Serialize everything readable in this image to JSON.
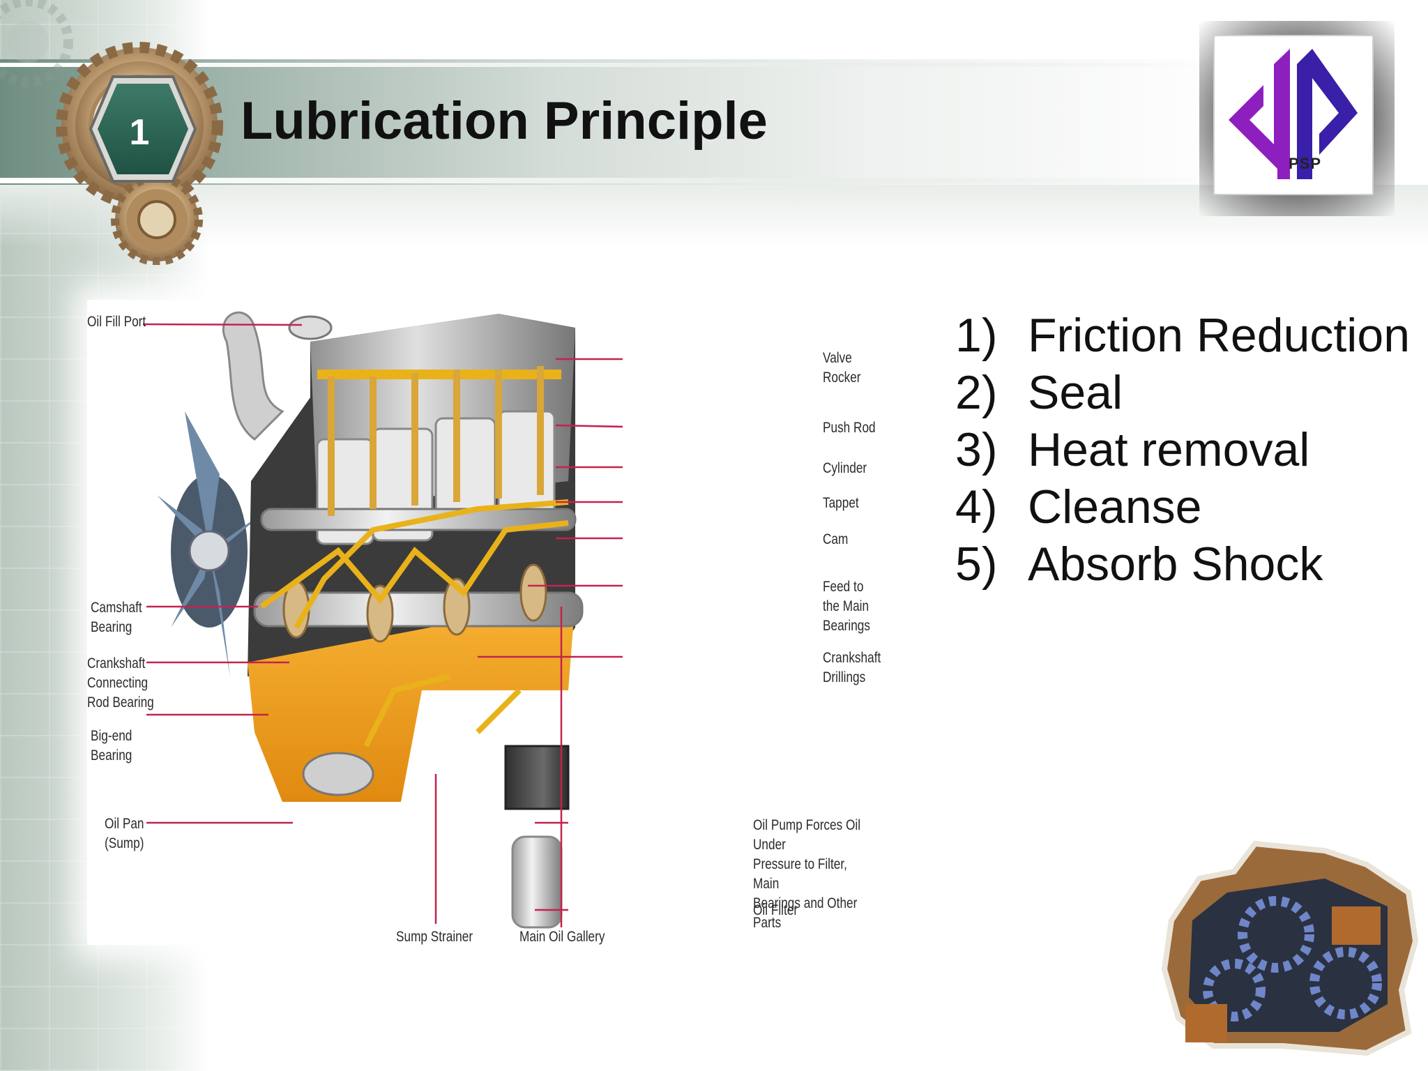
{
  "slide": {
    "number": "1",
    "title": "Lubrication Principle"
  },
  "logo": {
    "text": "PSP",
    "colors": {
      "left": "#8e1fbf",
      "right": "#3a1fa8"
    }
  },
  "principles": [
    {
      "num": "1)",
      "text": "Friction Reduction"
    },
    {
      "num": "2)",
      "text": "Seal"
    },
    {
      "num": "3)",
      "text": "Heat removal"
    },
    {
      "num": "4)",
      "text": "Cleanse"
    },
    {
      "num": "5)",
      "text": "Absorb Shock"
    }
  ],
  "diagram": {
    "labels": {
      "oil_fill_port": "Oil Fill Port",
      "valve_rocker": "Valve Rocker",
      "push_rod": "Push Rod",
      "cylinder": "Cylinder",
      "tappet": "Tappet",
      "cam": "Cam",
      "feed_main_bearings": "Feed to\nthe Main\nBearings",
      "crankshaft_drillings": "Crankshaft\nDrillings",
      "camshaft_bearing": "Camshaft\nBearing",
      "crankshaft_rod_bearing": "Crankshaft\nConnecting\nRod Bearing",
      "big_end_bearing": "Big-end\nBearing",
      "oil_pan": "Oil Pan\n(Sump)",
      "oil_pump": "Oil Pump Forces Oil Under\nPressure to Filter, Main\nBearings and Other Parts",
      "oil_filter": "Oil Filter",
      "sump_strainer": "Sump Strainer",
      "main_oil_gallery": "Main Oil Gallery"
    },
    "colors": {
      "leader": "#c4234e",
      "oil": "#e9b21a",
      "sump": "#f0a01e"
    }
  }
}
